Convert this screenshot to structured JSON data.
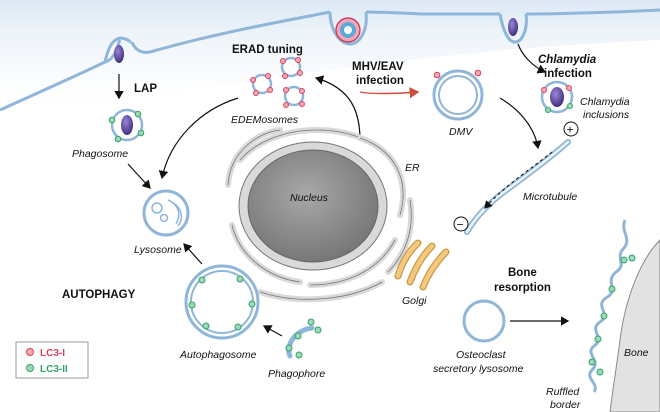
{
  "labels": {
    "lap": "LAP",
    "phagosome": "Phagosome",
    "erad_tuning": "ERAD tuning",
    "edemosomes": "EDEMosomes",
    "mhv_eav_line1": "MHV/EAV",
    "mhv_eav_line2": "infection",
    "dmv": "DMV",
    "chlamydia_line1": "Chlamydia",
    "chlamydia_line2": "infection",
    "chlamydia_incl_line1": "Chlamydia",
    "chlamydia_incl_line2": "inclusions",
    "plus": "+",
    "minus": "−",
    "er": "ER",
    "nucleus": "Nucleus",
    "microtubule": "Microtubule",
    "lysosome": "Lysosome",
    "autophagy": "AUTOPHAGY",
    "golgi": "Golgi",
    "bone_res_line1": "Bone",
    "bone_res_line2": "resorption",
    "autophagosome": "Autophagosome",
    "phagophore": "Phagophore",
    "osteoclast_line1": "Osteoclast",
    "osteoclast_line2": "secretory lysosome",
    "bone": "Bone",
    "ruffled_line1": "Ruffled",
    "ruffled_line2": "border"
  },
  "legend": {
    "lc3_i": "LC3-I",
    "lc3_ii": "LC3-II"
  },
  "colors": {
    "lc3_i": "#e0405a",
    "lc3_ii": "#2fa46b",
    "membrane": "#8fb6d8",
    "cytoplasm_top": "#e6f0f8",
    "nucleus": "#8c8c8c",
    "er": "#d9d9d9",
    "golgi": "#f2c97e",
    "bone": "#e2e2e2",
    "bacterium": "#5a3fa0",
    "virus_arrow": "#d24a3a"
  }
}
